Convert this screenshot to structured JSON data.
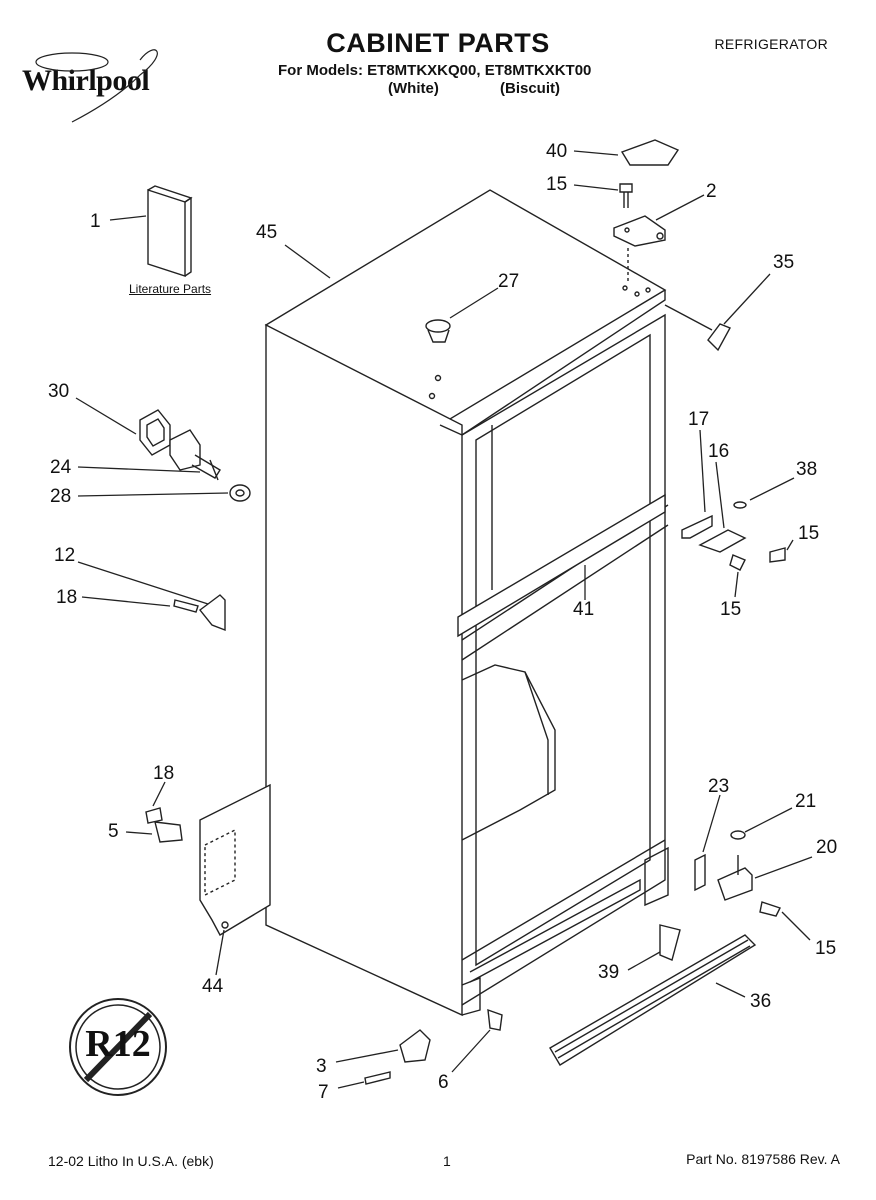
{
  "header": {
    "brand": "Whirlpool",
    "title": "CABINET PARTS",
    "models_line": "For Models: ET8MTKXKQ00, ET8MTKXKT00",
    "color_1": "(White)",
    "color_2": "(Biscuit)",
    "appliance": "REFRIGERATOR"
  },
  "callouts": [
    "1",
    "45",
    "27",
    "40",
    "15",
    "2",
    "35",
    "30",
    "24",
    "28",
    "12",
    "18",
    "17",
    "16",
    "38",
    "15",
    "15",
    "41",
    "18",
    "5",
    "44",
    "23",
    "21",
    "20",
    "15",
    "39",
    "36",
    "3",
    "7",
    "6"
  ],
  "literature_label": "Literature Parts",
  "badge_text": "R12",
  "footer": {
    "left": "12-02 Litho In U.S.A. (ebk)",
    "page": "1",
    "part_no": "Part No. 8197586 Rev. A"
  }
}
